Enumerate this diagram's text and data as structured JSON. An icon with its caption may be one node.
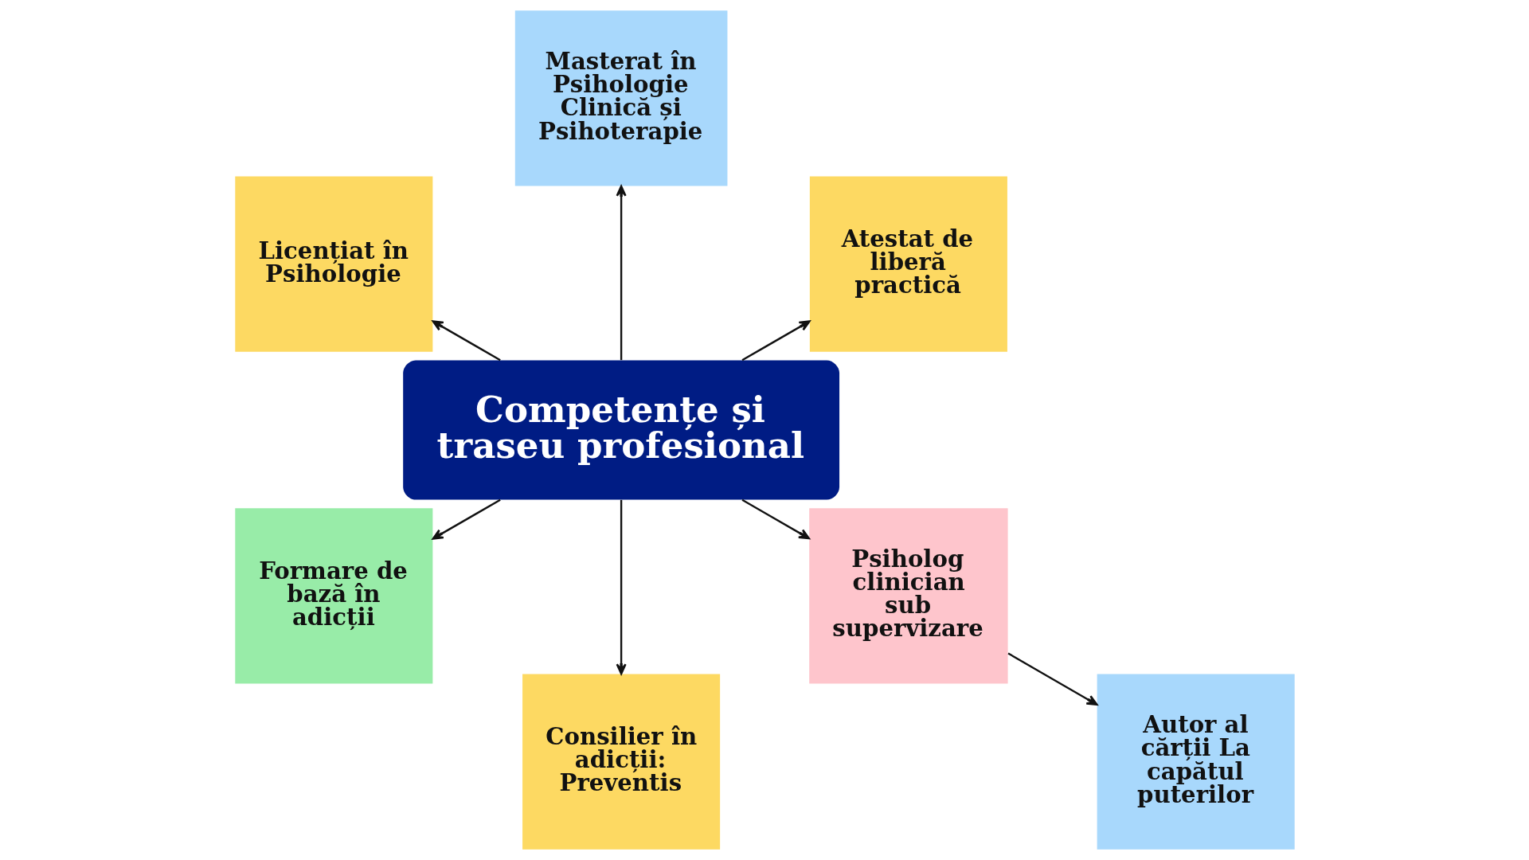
{
  "diagram": {
    "nodes": [
      {
        "text": [
          "Licențiat în Psihologie"
        ]
      },
      {
        "text": [
          "Masterat în Psihologie Clinică și Psihoterapie"
        ]
      },
      {
        "text": [
          "Atestat de liberă practică"
        ]
      },
      {
        "text": [
          "Formare de bază în adicții"
        ]
      },
      {
        "text": [
          "Competențe și traseu profesional"
        ]
      },
      {
        "text": [
          "Psiholog clinician sub supervizare"
        ]
      },
      {
        "text": [
          "Consilier în adicții: Preventis"
        ]
      },
      {
        "text": [
          "Autor al cărții La capătul puterilor"
        ]
      }
    ],
    "edges": [
      {
        "from": 4,
        "to": 0,
        "arrow": "to"
      },
      {
        "from": 4,
        "to": 1,
        "arrow": "to"
      },
      {
        "from": 4,
        "to": 2,
        "arrow": "to"
      },
      {
        "from": 4,
        "to": 3,
        "arrow": "to"
      },
      {
        "from": 4,
        "to": 5,
        "arrow": "to"
      },
      {
        "from": 4,
        "to": 6,
        "arrow": "to"
      },
      {
        "from": 5,
        "to": 7,
        "arrow": "to"
      }
    ]
  }
}
